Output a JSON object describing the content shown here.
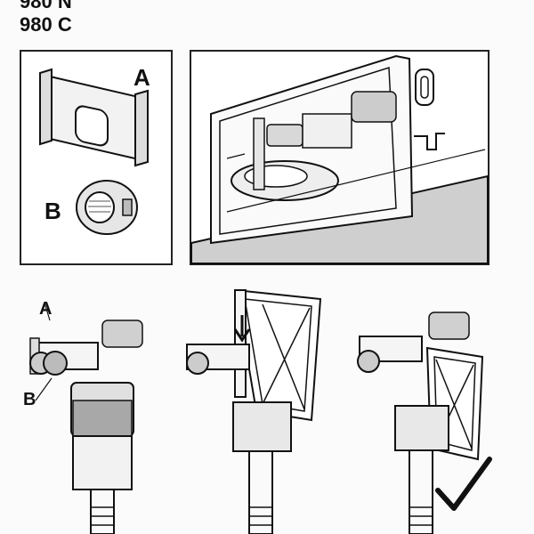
{
  "models": [
    "980 N",
    "980 C"
  ],
  "parts": {
    "a": "A",
    "b": "B"
  },
  "steps": {
    "a": "A",
    "b": "B"
  },
  "icons": {
    "check": "checkmark-icon",
    "arrow": "down-arrow-icon"
  }
}
